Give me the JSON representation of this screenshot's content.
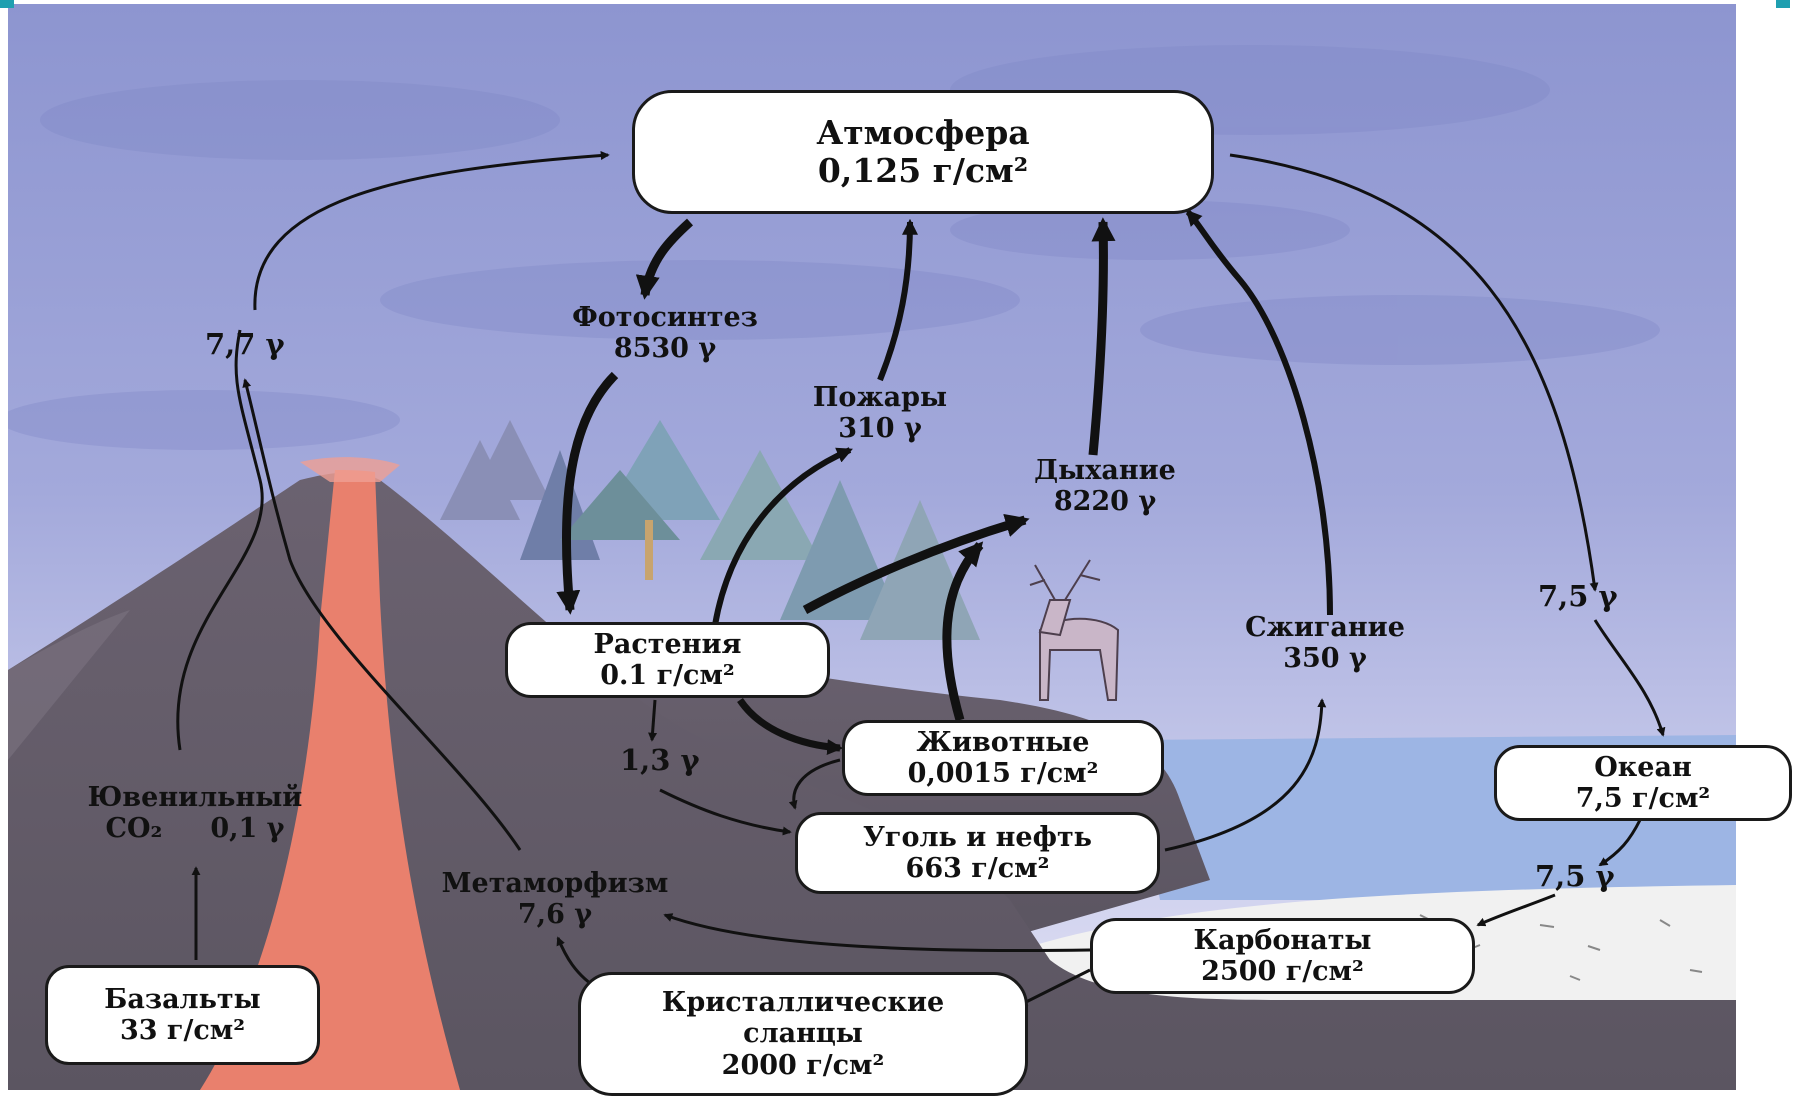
{
  "atmosphere": {
    "name": "Атмосфера",
    "value": "0,125  г/см²"
  },
  "plants": {
    "name": "Растения",
    "value": "0.1 г/см²"
  },
  "animals": {
    "name": "Животные",
    "value": "0,0015 г/см²"
  },
  "coal_oil": {
    "name": "Уголь и нефть",
    "value": "663 г/см²"
  },
  "ocean": {
    "name": "Океан",
    "value": "7,5 г/см²"
  },
  "carbonates": {
    "name": "Карбонаты",
    "value": "2500 г/см²"
  },
  "schists": {
    "line1": "Кристаллические",
    "line2": "сланцы",
    "value": "2000 г/см²"
  },
  "basalts": {
    "name": "Базальты",
    "value": "33 г/см²"
  },
  "photosynthesis": {
    "name": "Фотосинтез",
    "value": "8530 γ"
  },
  "fires": {
    "name": "Пожары",
    "value": "310 γ"
  },
  "respiration": {
    "name": "Дыхание",
    "value": "8220 γ"
  },
  "burning": {
    "name": "Сжигание",
    "value": "350 γ"
  },
  "metamorphism": {
    "name": "Метаморфизм",
    "value": "7,6 γ"
  },
  "juvenile": {
    "name": "Ювенильный",
    "co2": "CO₂",
    "value": "0,1 γ"
  },
  "flow_volcanic": "7,7 γ",
  "flow_plants_coal": "1,3 γ",
  "flow_atm_ocean": "7,5 γ",
  "flow_ocean_carbonates": "7,5 γ",
  "colors": {
    "sky": "#9ea6d8",
    "mountain": "#6f6774",
    "lava": "#e8806c",
    "water": "#9fb8e6",
    "box_border": "#1a1a1a"
  }
}
